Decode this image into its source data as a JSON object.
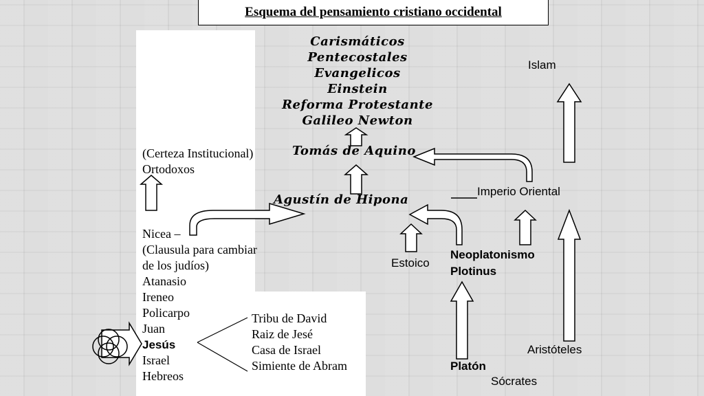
{
  "title": "Esquema del pensamiento cristiano occidental",
  "top_stack": [
    "Carismáticos",
    "Pentecostales",
    "Evangelicos",
    "Einstein",
    "Reforma Protestante",
    "Galileo Newton"
  ],
  "center": {
    "aquino": "Tomás de Aquino",
    "hipona": "Agustín de Hipona"
  },
  "left": {
    "certeza": "(Certeza Institucional)",
    "ortodoxos": "Ortodoxos",
    "list": [
      "Nicea –",
      "(Clausula para cambiar",
      "de los judíos)",
      "Atanasio",
      "Ireneo",
      "Policarpo",
      "Juan",
      "Jesús",
      "Israel",
      "Hebreos"
    ]
  },
  "tribe": [
    "Tribu de David",
    "Raiz de Jesé",
    "Casa de Israel",
    "Simiente de Abram"
  ],
  "right": {
    "islam": "Islam",
    "imperio": "Imperio Oriental",
    "estoico": "Estoico",
    "neoplatonismo": "Neoplatonismo",
    "plotinus": "Plotinus",
    "platon": "Platón",
    "aristoteles": "Aristóteles",
    "socrates": "Sócrates"
  },
  "colors": {
    "background": "#d9d9d9",
    "panel": "#ffffff",
    "ink": "#000000"
  }
}
